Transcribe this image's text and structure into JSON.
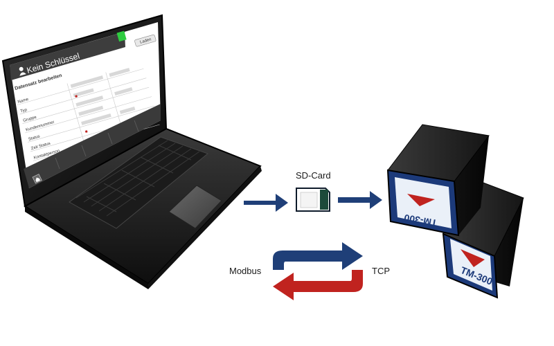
{
  "laptop": {
    "window_title": "Kein Schlüssel",
    "top_button": "Laden",
    "section_title": "Datensatz bearbeiten",
    "form_rows": [
      "Name",
      "Typ",
      "Gruppe",
      "Kundennummer",
      "Status",
      "Zeit Status",
      "Kontaktperson"
    ],
    "colors": {
      "title_bar": "#3d3d3d",
      "screen_bg": "#ffffff",
      "status_square": "#2ecc40"
    }
  },
  "flow": {
    "sd_card_label": "SD-Card",
    "modbus_label": "Modbus",
    "tcp_label": "TCP",
    "arrow_color": "#1f3f78",
    "exchange_colors": {
      "forward": "#1f3f78",
      "back": "#c0231f"
    }
  },
  "devices": [
    {
      "name": "front-device",
      "label": "TM-300"
    },
    {
      "name": "back-device",
      "label": "TM-300"
    }
  ]
}
